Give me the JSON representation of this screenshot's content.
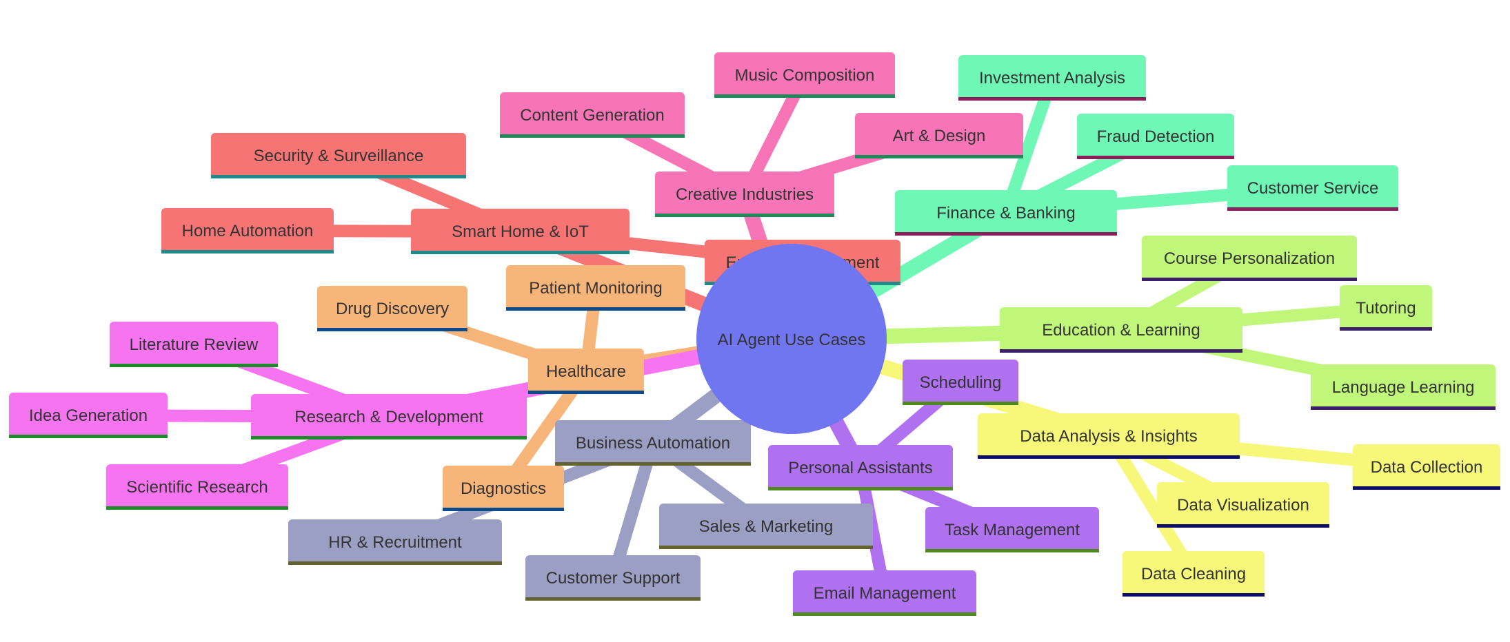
{
  "root": {
    "label": "AI Agent Use Cases",
    "color": "#6f76f0"
  },
  "branches": [
    {
      "key": "creative",
      "label": "Creative Industries",
      "color": "#f774b6",
      "underline": "#1e8a5a",
      "children": [
        "Content Generation",
        "Music Composition",
        "Art &amp; Design"
      ]
    },
    {
      "key": "finance",
      "label": "Finance &amp; Banking",
      "color": "#6ff7b6",
      "underline": "#8a1e5a",
      "children": [
        "Investment Analysis",
        "Fraud Detection",
        "Customer Service"
      ]
    },
    {
      "key": "education",
      "label": "Education &amp; Learning",
      "color": "#c0f77a",
      "underline": "#3d1e6a",
      "children": [
        "Course Personalization",
        "Tutoring",
        "Language Learning"
      ]
    },
    {
      "key": "data",
      "label": "Data Analysis &amp; Insights",
      "color": "#f7f77a",
      "underline": "#0c0c6a",
      "children": [
        "Data Collection",
        "Data Visualization",
        "Data Cleaning"
      ]
    },
    {
      "key": "personal",
      "label": "Personal Assistants",
      "color": "#b071f0",
      "underline": "#4f8a1e",
      "children": [
        "Scheduling",
        "Task Management",
        "Email Management"
      ]
    },
    {
      "key": "business",
      "label": "Business Automation",
      "color": "#9c9fc4",
      "underline": "#63632f",
      "children": [
        "Customer Support",
        "Sales &amp; Marketing",
        "HR &amp; Recruitment"
      ]
    },
    {
      "key": "healthcare",
      "label": "Healthcare",
      "color": "#f7b57a",
      "underline": "#0c4a8a",
      "children": [
        "Diagnostics",
        "Drug Discovery",
        "Patient Monitoring"
      ]
    },
    {
      "key": "research",
      "label": "Research &amp; Development",
      "color": "#f774f0",
      "underline": "#1e8a2a",
      "children": [
        "Scientific Research",
        "Idea Generation",
        "Literature Review"
      ]
    },
    {
      "key": "smarthome",
      "label": "Smart Home &amp; IoT",
      "color": "#f77474",
      "underline": "#1e8a8a",
      "children": [
        "Energy Management",
        "Home Automation",
        "Security &amp; Surveillance"
      ]
    }
  ]
}
